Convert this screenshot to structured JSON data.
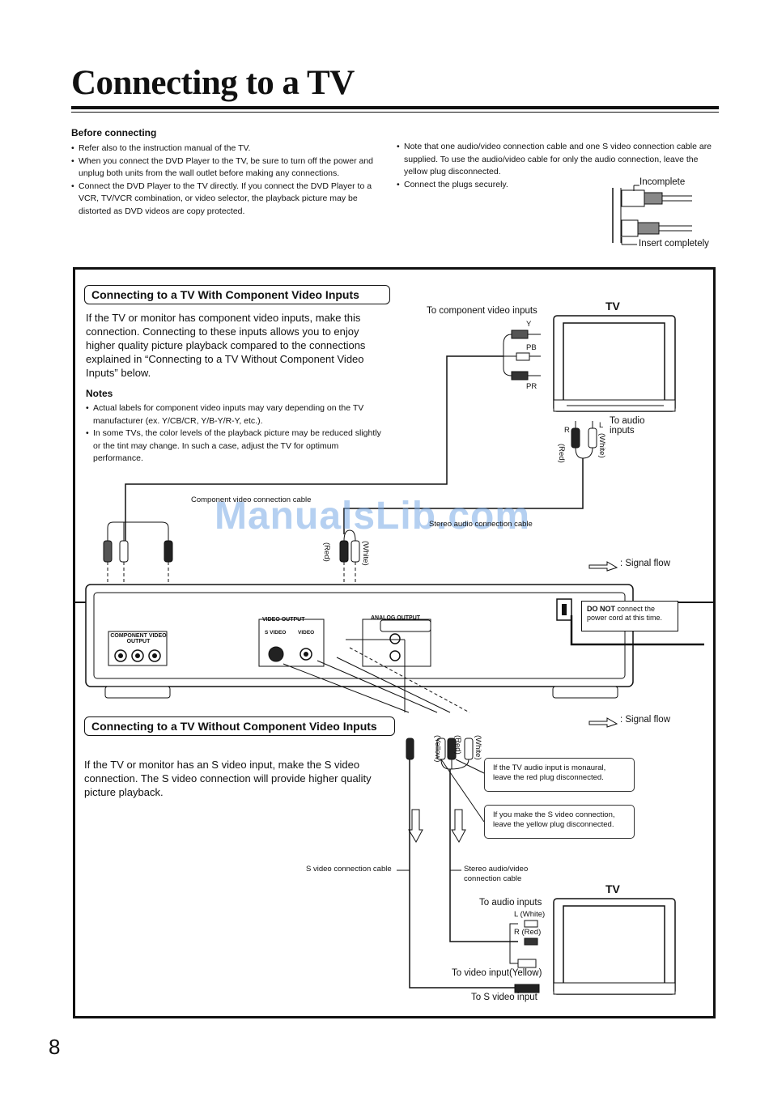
{
  "page": {
    "title": "Connecting to a TV",
    "page_number": "8",
    "watermark": "ManualsLib.com"
  },
  "before": {
    "heading": "Before connecting",
    "left_items": [
      "Refer also to the instruction manual of the TV.",
      "When you connect the DVD Player to the TV, be sure to turn off the power and unplug both units from the wall outlet before making any connections.",
      "Connect the DVD Player to the TV directly. If you connect the DVD Player to a VCR, TV/VCR combination, or video selector, the playback picture may be distorted as DVD videos are copy protected."
    ],
    "right_items": [
      "Note that one audio/video connection cable and one S video connection cable are supplied. To use the audio/video cable for only the audio connection, leave the yellow plug disconnected.",
      "Connect the plugs securely."
    ],
    "plug_incomplete": "Incomplete",
    "plug_complete": "Insert completely"
  },
  "section1": {
    "heading": "Connecting to a TV With Component Video Inputs",
    "body": "If the TV or monitor has component video inputs, make this connection. Connecting to these inputs allows you to enjoy higher quality picture playback compared to the connections explained in “Connecting to a TV Without Component Video Inputs” below.",
    "notes_heading": "Notes",
    "notes": [
      "Actual labels for component video inputs may vary depending on the TV manufacturer (ex. Y/CB/CR, Y/B-Y/R-Y, etc.).",
      "In some TVs, the color levels of the playback picture may be reduced slightly or the tint may change. In such a case, adjust the TV for optimum performance."
    ],
    "to_component": "To component video inputs",
    "y": "Y",
    "pb": "PB",
    "pr": "PR",
    "tv": "TV",
    "to_audio": "To audio inputs",
    "red": "(Red)",
    "white": "(White)",
    "r": "R",
    "l": "L",
    "component_cable": "Component video connection cable",
    "stereo_cable": "Stereo audio connection cable",
    "signal_flow": ": Signal flow"
  },
  "player": {
    "component_output": "COMPONENT VIDEO OUTPUT",
    "video_output": "VIDEO OUTPUT",
    "s_video": "S VIDEO",
    "video": "VIDEO",
    "analog_output": "ANALOG OUTPUT",
    "do_not": "DO NOT",
    "power_warning": "connect the power cord at this time."
  },
  "section2": {
    "heading": "Connecting to a TV Without Component Video Inputs",
    "body": "If the TV or monitor has an S video input, make the S video connection. The S video connection will provide higher quality picture playback.",
    "yellow": "(Yellow)",
    "red": "(Red)",
    "white": "(White)",
    "note_mono": "If the TV audio input is monaural, leave the red plug disconnected.",
    "note_svideo": "If you make the S video connection, leave the yellow plug disconnected.",
    "s_video_cable": "S video connection cable",
    "stereo_av_cable": "Stereo audio/video connection cable",
    "tv": "TV",
    "to_audio": "To audio inputs",
    "l_white": "L (White)",
    "r_red": "R (Red)",
    "to_video": "To video input(Yellow)",
    "to_s_video": "To S video input",
    "signal_flow": ": Signal flow"
  }
}
